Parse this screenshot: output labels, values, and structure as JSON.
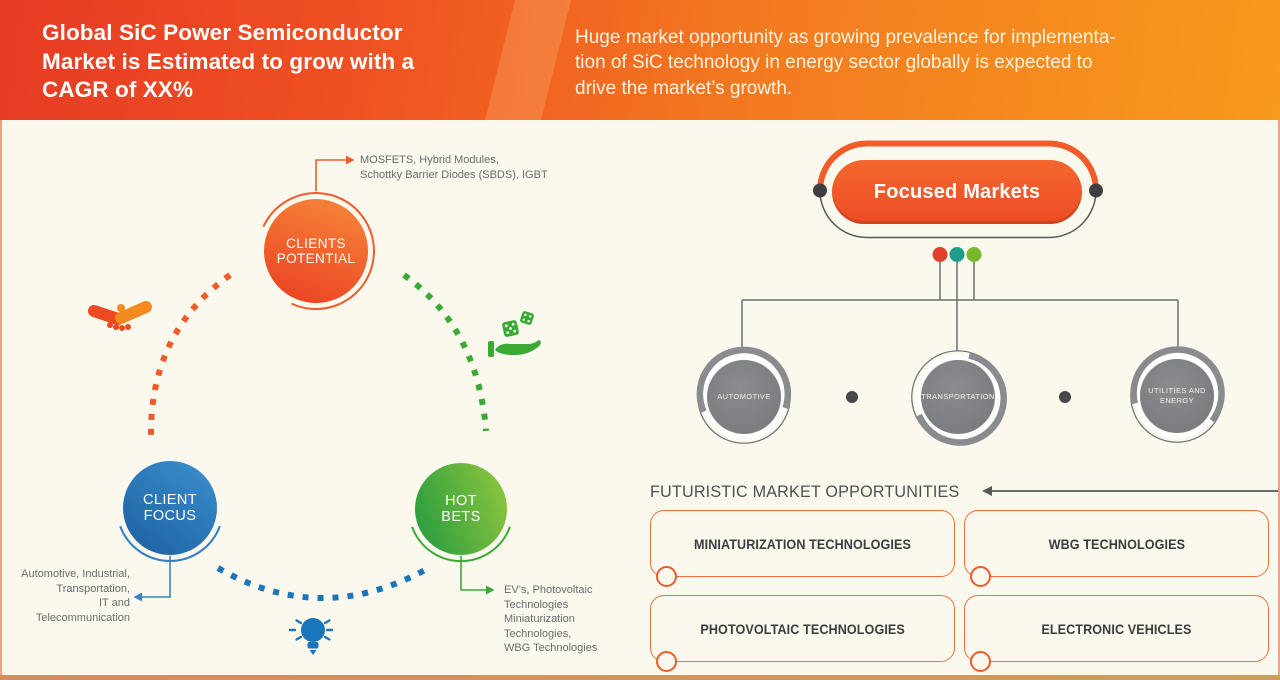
{
  "header": {
    "title": "Global SiC Power Semiconductor\nMarket is Estimated to grow with a\nCAGR of XX%",
    "subtitle": "Huge market opportunity as growing prevalence for implementa-\ntion of SiC technology in energy sector globally is expected to\ndrive the market’s growth."
  },
  "strategy_map": {
    "clients_potential": {
      "label": "CLIENTS\nPOTENTIAL",
      "note": "MOSFETS, Hybrid Modules,\nSchottky Barrier Diodes (SBDS), IGBT"
    },
    "client_focus": {
      "label": "CLIENT\nFOCUS",
      "note": "Automotive, Industrial,\nTransportation,\nIT and\nTelecommunication"
    },
    "hot_bets": {
      "label": "HOT\nBETS",
      "note": "EV’s, Photovoltaic\nTechnologies\nMiniaturization\nTechnologies,\nWBG Technologies"
    }
  },
  "focused_markets": {
    "title": "Focused Markets",
    "segments": [
      {
        "label": "AUTOMOTIVE"
      },
      {
        "label": "TRANSPORTATION"
      },
      {
        "label": "UTILITIES AND\nENERGY"
      }
    ]
  },
  "opportunities": {
    "heading": "FUTURISTIC MARKET OPPORTUNITIES",
    "items": [
      {
        "label": "MINIATURIZATION TECHNOLOGIES"
      },
      {
        "label": "WBG TECHNOLOGIES"
      },
      {
        "label": "PHOTOVOLTAIC TECHNOLOGIES"
      },
      {
        "label": "ELECTRONIC VEHICLES"
      }
    ]
  },
  "icons": {
    "left": "handshake-icon",
    "right": "dice-hand-icon",
    "bottom": "lightbulb-icon"
  },
  "colors": {
    "header_red": "#e63b25",
    "header_orange": "#f89a1c",
    "accent_orange": "#f15a29",
    "accent_blue": "#2f80c3",
    "accent_green": "#3aaa35",
    "dot_red": "#e23e2b",
    "dot_teal": "#1f9c8c",
    "dot_green": "#76b82a",
    "gray_circle": "#7f8083",
    "background": "#fbf8ee"
  }
}
